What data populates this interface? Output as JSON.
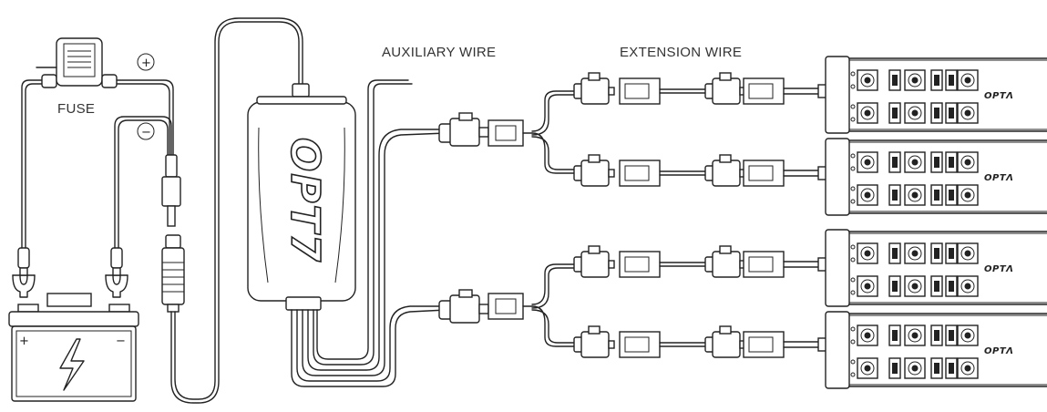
{
  "labels": {
    "fuse": "FUSE",
    "auxiliary_wire": "AUXILIARY WIRE",
    "extension_wire": "EXTENSION WIRE"
  },
  "symbols": {
    "positive": "+",
    "negative": "−",
    "battery_positive": "+",
    "battery_negative": "−"
  },
  "brand": {
    "controller_logo": "OPT7",
    "strip_logo": "OPTΛ"
  }
}
